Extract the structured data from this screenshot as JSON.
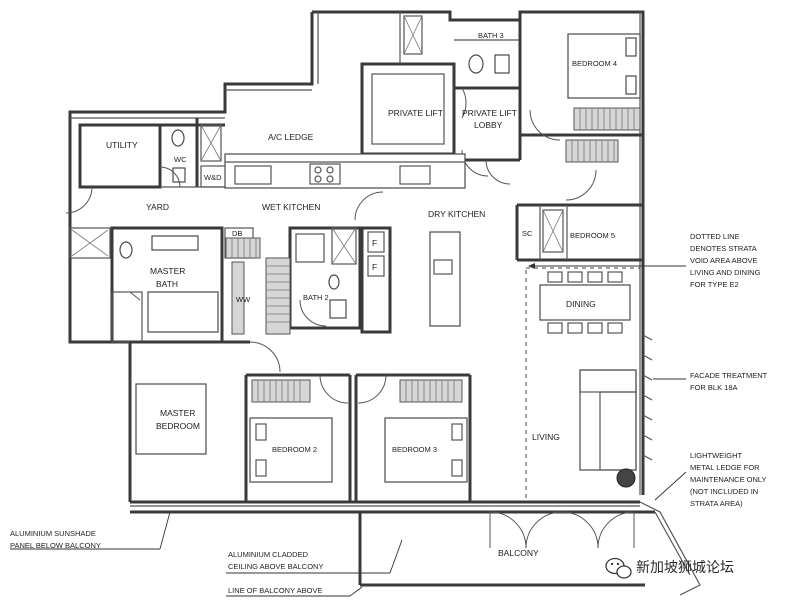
{
  "rooms": {
    "bath3": "BATH 3",
    "bedroom4": "BEDROOM 4",
    "private_lift": "PRIVATE LIFT",
    "private_lift_lobby_l1": "PRIVATE LIFT",
    "private_lift_lobby_l2": "LOBBY",
    "utility": "UTILITY",
    "wc": "WC",
    "wd": "W&D",
    "ac_ledge": "A/C LEDGE",
    "yard": "YARD",
    "wet_kitchen": "WET KITCHEN",
    "dry_kitchen": "DRY KITCHEN",
    "sc": "SC",
    "bedroom5": "BEDROOM 5",
    "db": "DB",
    "f1": "F",
    "f2": "F",
    "master_bath_l1": "MASTER",
    "master_bath_l2": "BATH",
    "ww": "WW",
    "bath2": "BATH 2",
    "dining": "DINING",
    "master_bedroom_l1": "MASTER",
    "master_bedroom_l2": "BEDROOM",
    "bedroom2": "BEDROOM 2",
    "bedroom3": "BEDROOM 3",
    "living": "LIVING",
    "balcony": "BALCONY"
  },
  "annotations": {
    "dotted_line": [
      "DOTTED LINE",
      "DENOTES STRATA",
      "VOID AREA ABOVE",
      "LIVING AND DINING",
      "FOR TYPE E2"
    ],
    "facade": [
      "FACADE TREATMENT",
      "FOR BLK 18A"
    ],
    "ledge": [
      "LIGHTWEIGHT",
      "METAL LEDGE FOR",
      "MAINTENANCE ONLY",
      "(NOT INCLUDED IN",
      "STRATA AREA)"
    ],
    "sunshade": [
      "ALUMINIUM SUNSHADE",
      "PANEL BELOW BALCONY"
    ],
    "ceiling": [
      "ALUMINIUM CLADDED",
      "CEILING ABOVE BALCONY"
    ],
    "balcony_line": "LINE OF BALCONY ABOVE"
  },
  "watermark": {
    "text": "新加坡狮城论坛",
    "icon": "wechat-icon"
  }
}
